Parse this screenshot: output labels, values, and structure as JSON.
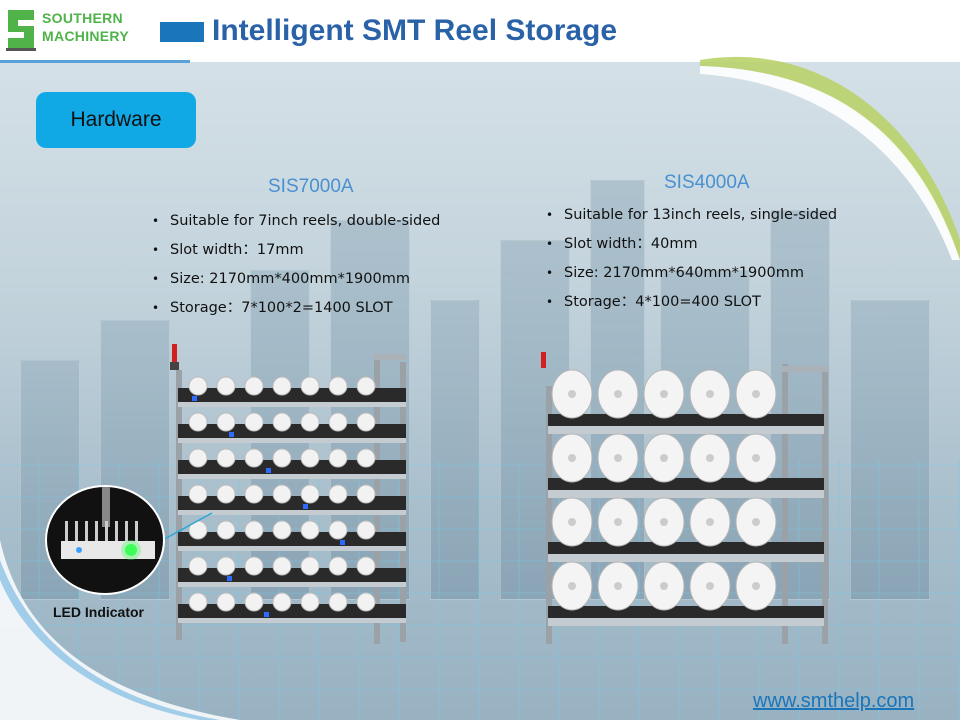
{
  "logo": {
    "line1": "SOUTHERN",
    "line2": "MACHINERY"
  },
  "title": "Intelligent SMT Reel Storage",
  "section_button": "Hardware",
  "left_model": {
    "name": "SIS7000A",
    "specs": [
      "Suitable for 7inch reels, double-sided",
      "Slot width：17mm",
      "Size: 2170mm*400mm*1900mm",
      "Storage：7*100*2=1400  SLOT"
    ]
  },
  "right_model": {
    "name": "SIS4000A",
    "specs": [
      "Suitable for 13inch reels, single-sided",
      "Slot width：40mm",
      "Size: 2170mm*640mm*1900mm",
      "Storage：4*100=400  SLOT"
    ]
  },
  "led_label": "LED Indicator",
  "website": "www.smthelp.com",
  "colors": {
    "brand_green": "#4fb34a",
    "title_blue": "#2a62a8",
    "accent_cyan": "#11a8e6",
    "model_blue": "#4a90d0"
  }
}
